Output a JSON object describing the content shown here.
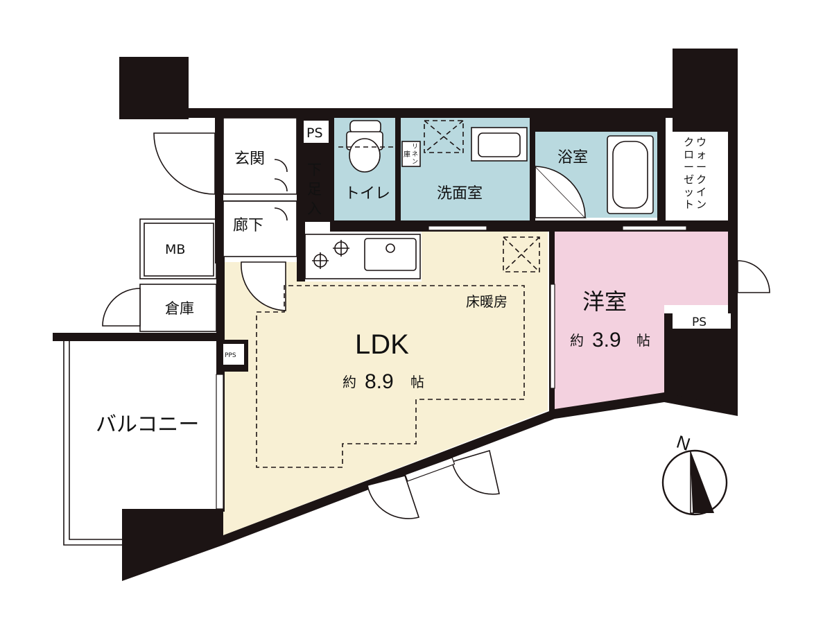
{
  "colors": {
    "wall": "#1c1414",
    "ldk_floor": "#f8f0d4",
    "wet_area": "#b9d9df",
    "western_room": "#f3d1df",
    "background": "#ffffff"
  },
  "rooms": {
    "genkan": "玄関",
    "rouka": "廊下",
    "geta_ire": [
      "下",
      "足",
      "入"
    ],
    "ps_top": "PS",
    "toilet": "トイレ",
    "linen_ko": "庫",
    "linen_text": [
      "リ",
      "ネ",
      "ン"
    ],
    "senmenshitsu": "洗面室",
    "yokushitsu": "浴室",
    "walkin_col1": [
      "ウ",
      "ォ",
      "ー",
      "ク",
      "イ",
      "ン"
    ],
    "walkin_col2": [
      "ク",
      "ロ",
      "ー",
      "ゼ",
      "ッ",
      "ト"
    ],
    "mb": "MB",
    "souko": "倉庫",
    "pps": "PPS",
    "balcony": "バルコニー",
    "floor_heating": "床暖房",
    "ldk_name": "LDK",
    "ldk_prefix": "約",
    "ldk_size": "8.9",
    "ldk_unit": "帖",
    "youshitsu_name": "洋室",
    "youshitsu_prefix": "約",
    "youshitsu_size": "3.9",
    "youshitsu_unit": "帖",
    "ps_right": "PS"
  },
  "compass": {
    "label": "N",
    "icon": "north-arrow-icon"
  }
}
